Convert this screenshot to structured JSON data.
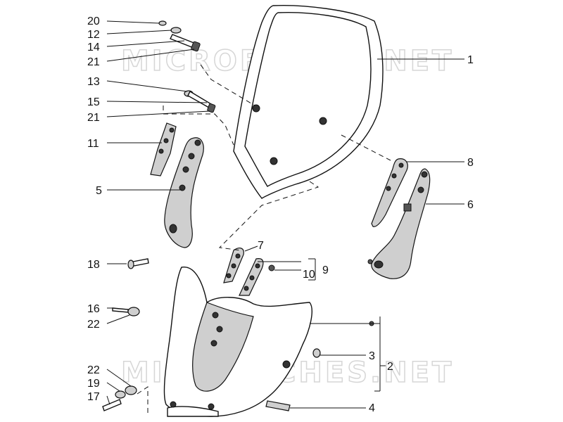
{
  "watermark": "MICROFICHES.NET",
  "callouts": {
    "c20": "20",
    "c12": "12",
    "c14": "14",
    "c21a": "21",
    "c13": "13",
    "c15": "15",
    "c21b": "21",
    "c11": "11",
    "c5": "5",
    "c1": "1",
    "c8": "8",
    "c6": "6",
    "c7": "7",
    "c10": "10",
    "c9": "9",
    "c18": "18",
    "c16": "16",
    "c22a": "22",
    "c3": "3",
    "c2": "2",
    "c22b": "22",
    "c19": "19",
    "c17": "17",
    "c4": "4"
  }
}
